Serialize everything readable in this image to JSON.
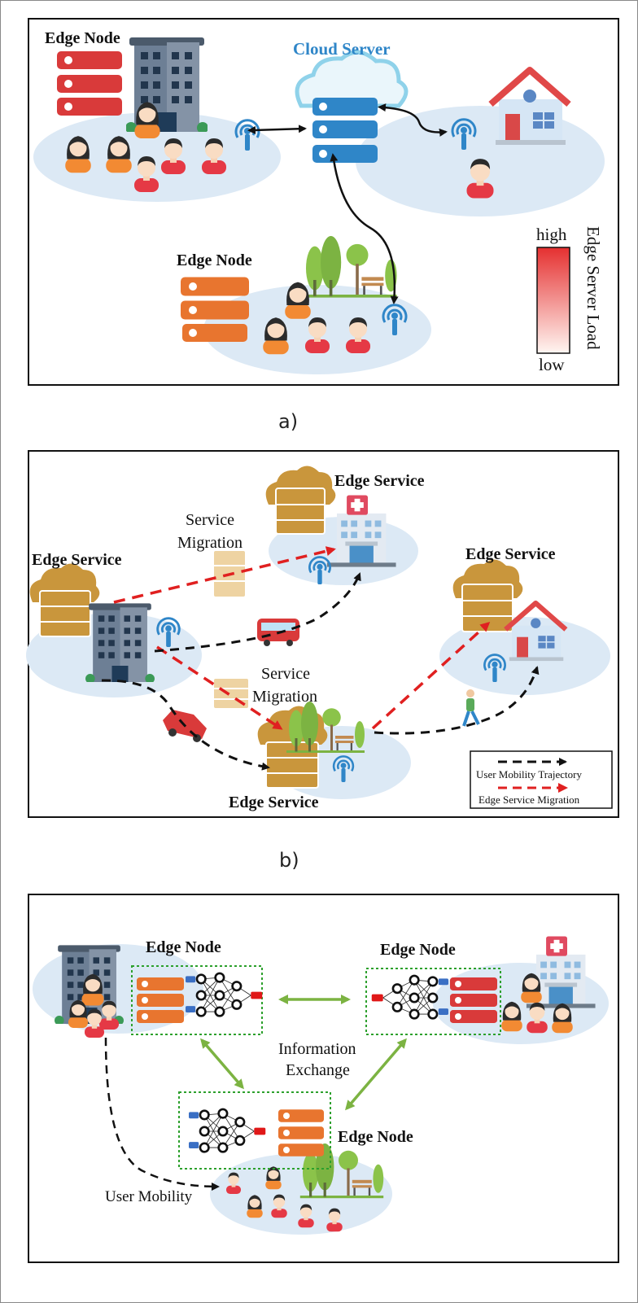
{
  "panel_a": {
    "caption": "a)",
    "edge_node_1": "Edge Node",
    "cloud_server": "Cloud Server",
    "edge_node_2": "Edge Node",
    "legend_high": "high",
    "legend_low": "low",
    "legend_title": "Edge Server Load"
  },
  "panel_b": {
    "caption": "b)",
    "edge_service_top": "Edge Service",
    "edge_service_left": "Edge Service",
    "edge_service_right": "Edge Service",
    "edge_service_bottom": "Edge Service",
    "service_migration_1_line1": "Service",
    "service_migration_1_line2": "Migration",
    "service_migration_2_line1": "Service",
    "service_migration_2_line2": "Migration",
    "legend_mobility": "User Mobility Trajectory",
    "legend_migration": "Edge Service Migration"
  },
  "panel_c": {
    "edge_node_left": "Edge Node",
    "edge_node_right": "Edge Node",
    "edge_node_bottom": "Edge Node",
    "info_exchange_line1": "Information",
    "info_exchange_line2": "Exchange",
    "user_mobility": "User Mobility"
  },
  "colors": {
    "server_red": "#d93a3a",
    "server_orange": "#e8752f",
    "server_blue": "#2f86c8",
    "server_gold": "#c9963c",
    "ground": "#dce9f5",
    "cloud_title": "#2f86c8",
    "mobility_arrow": "#111111",
    "migration_arrow": "#e02020",
    "exchange_arrow": "#7cb342"
  }
}
